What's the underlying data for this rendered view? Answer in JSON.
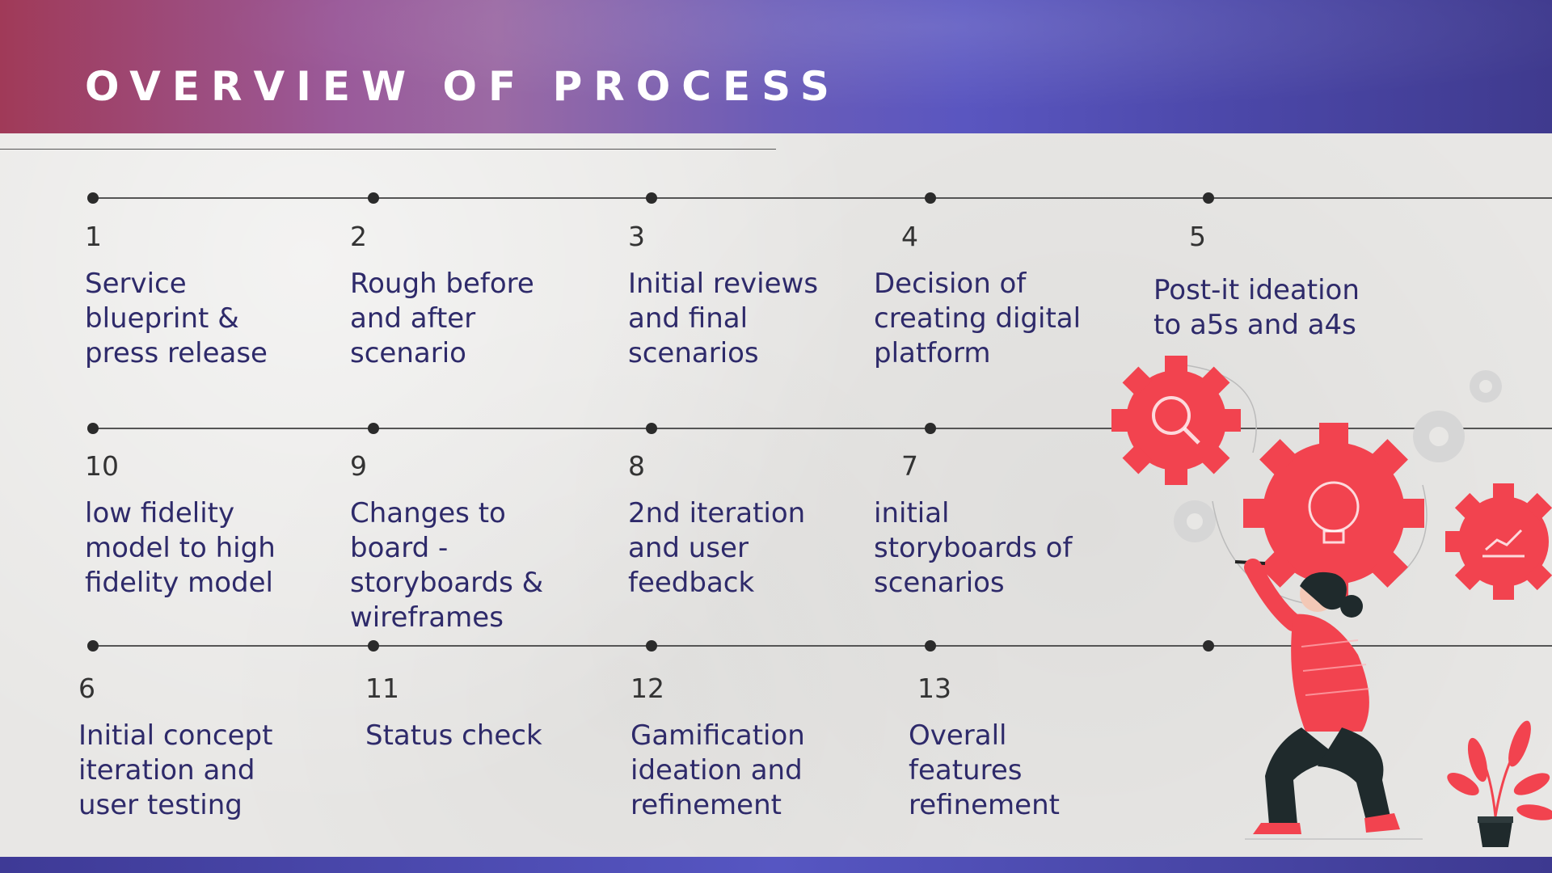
{
  "header": {
    "title": "OVERVIEW OF PROCESS"
  },
  "rows": [
    {
      "steps": [
        {
          "number": "1",
          "label": "Service\nblueprint &\npress release"
        },
        {
          "number": "2",
          "label": "Rough before\nand after\nscenario"
        },
        {
          "number": "3",
          "label": "Initial reviews\nand final\nscenarios"
        },
        {
          "number": "4",
          "label": "Decision of\ncreating digital\nplatform"
        },
        {
          "number": "5",
          "label": "Post-it ideation\nto a5s and a4s"
        }
      ]
    },
    {
      "steps": [
        {
          "number": "10",
          "label": "low fidelity\nmodel to high\nfidelity model"
        },
        {
          "number": "9",
          "label": "Changes to\nboard -\nstoryboards &\nwireframes"
        },
        {
          "number": "8",
          "label": "2nd iteration\nand user\nfeedback"
        },
        {
          "number": "7",
          "label": "initial\nstoryboards of\nscenarios"
        }
      ]
    },
    {
      "steps": [
        {
          "number": "6",
          "label": "Initial concept\niteration and\nuser testing"
        },
        {
          "number": "11",
          "label": "Status check"
        },
        {
          "number": "12",
          "label": "Gamification\nideation and\nrefinement"
        },
        {
          "number": "13",
          "label": "Overall\nfeatures\nrefinement"
        }
      ]
    }
  ],
  "icons": {
    "gear_search": "search-gear-icon",
    "gear_idea": "lightbulb-gear-icon",
    "gear_chart": "chart-gear-icon",
    "person": "person-drawing-illustration",
    "plant": "potted-plant-illustration"
  },
  "colors": {
    "accent_red": "#f2434f",
    "text_navy": "#2e2a6a",
    "header_start": "#a03a58",
    "header_end": "#3f3a8e",
    "footer": "#4a48b0"
  }
}
